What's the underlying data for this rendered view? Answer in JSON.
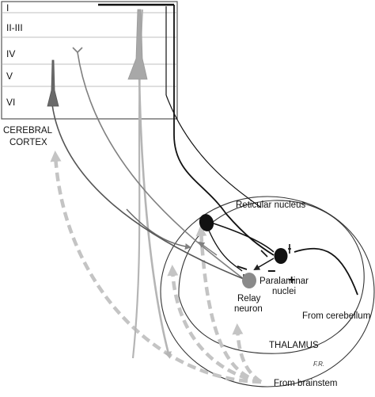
{
  "cortex": {
    "layers": [
      "I",
      "II-III",
      "IV",
      "V",
      "VI"
    ],
    "label_line1": "CEREBRAL",
    "label_line2": "CORTEX"
  },
  "thalamus": {
    "label": "THALAMUS",
    "reticular_label": "Reticular nucleus",
    "paralaminar_line1": "Paralaminar",
    "paralaminar_line2": "nuclei",
    "relay_line1": "Relay",
    "relay_line2": "neuron",
    "minus": "−",
    "plus": "+"
  },
  "inputs": {
    "cerebellum": "From cerebellum",
    "brainstem": "From brainstem"
  },
  "signature": "F.R.",
  "colors": {
    "black": "#111111",
    "dark_gray": "#555555",
    "mid_gray": "#808080",
    "light_gray": "#b5b5b5",
    "dashed_gray": "#c4c4c4"
  }
}
